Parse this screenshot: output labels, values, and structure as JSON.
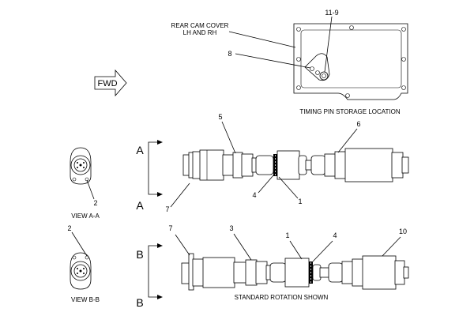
{
  "labels": {
    "rear_cam_cover_line1": "REAR CAM COVER",
    "rear_cam_cover_line2": "LH AND RH",
    "timing_pin_storage": "TIMING PIN STORAGE LOCATION",
    "fwd": "FWD",
    "view_aa": "VIEW A-A",
    "view_bb": "VIEW B-B",
    "standard_rotation": "STANDARD ROTATION SHOWN"
  },
  "callouts": {
    "c11_9": "11-9",
    "c8": "8",
    "c5": "5",
    "c6": "6",
    "c4_top": "4",
    "c1_top": "1",
    "c7_top": "7",
    "c2_top": "2",
    "c2_bottom": "2",
    "c7_bottom": "7",
    "c3": "3",
    "c1_bottom": "1",
    "c4_bottom": "4",
    "c10": "10"
  },
  "section_marks": {
    "a_top": "A",
    "a_bottom": "A",
    "b_top": "B",
    "b_bottom": "B"
  }
}
